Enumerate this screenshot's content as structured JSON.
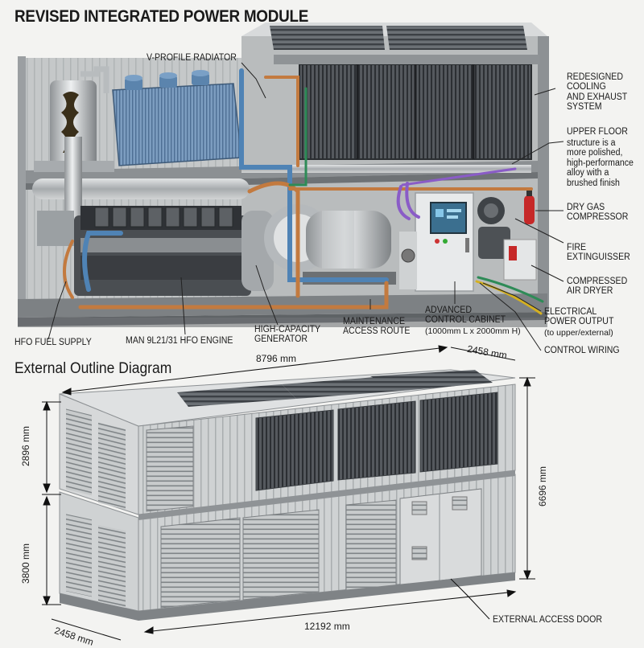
{
  "title": "REVISED INTEGRATED POWER MODULE",
  "subtitle": "External Outline Diagram",
  "labels": {
    "radiator": "V-PROFILE RADIATOR",
    "cooling": "REDESIGNED\nCOOLING\nAND EXHAUST\nSYSTEM",
    "upper_floor_title": "UPPER FLOOR",
    "upper_floor_desc": "structure is a\nmore polished,\nhigh-performance\nalloy with a\nbrushed finish",
    "dry_gas": "DRY GAS\nCOMPRESSOR",
    "fire": "FIRE\nEXTINGUISSER",
    "air_dryer": "COMPRESSED\nAIR DRYER",
    "electrical": "ELECTRICAL\nPOWER OUTPUT",
    "electrical_note": "(to upper/external)",
    "control_wiring": "CONTROL WIRING",
    "control_cabinet": "ADVANCED\nCONTROL CABINET",
    "control_cabinet_note": "(1000mm L x 2000mm H)",
    "maintenance": "MAINTENANCE\nACCESS ROUTE",
    "generator": "HIGH-CAPACITY\nGENERATOR",
    "engine": "MAN 9L21/31 HFO ENGINE",
    "fuel": "HFO FUEL SUPPLY",
    "external_door": "EXTERNAL ACCESS DOOR"
  },
  "dimensions": {
    "top_length": "8796 mm",
    "width": "2458 mm",
    "upper_height": "2896 mm",
    "lower_height": "3800 mm",
    "total_height": "6696 mm",
    "base_length": "12192 mm",
    "base_width": "2458 mm"
  },
  "colors": {
    "steel": "#9aa0a4",
    "panel": "#c9cccd",
    "copper": "#c37a3f",
    "blue_pipe": "#4f83b5",
    "radiator_blue": "#6f93b8",
    "fire_red": "#c62828",
    "green_wire": "#2e8b57",
    "yellow_wire": "#d4b020",
    "purple_wire": "#8a5cc7",
    "screen": "#3b6f8f"
  },
  "icons": [
    "gas-cylinder-icon",
    "fire-extinguisher-icon",
    "generator-icon",
    "engine-icon",
    "control-cabinet-icon"
  ]
}
